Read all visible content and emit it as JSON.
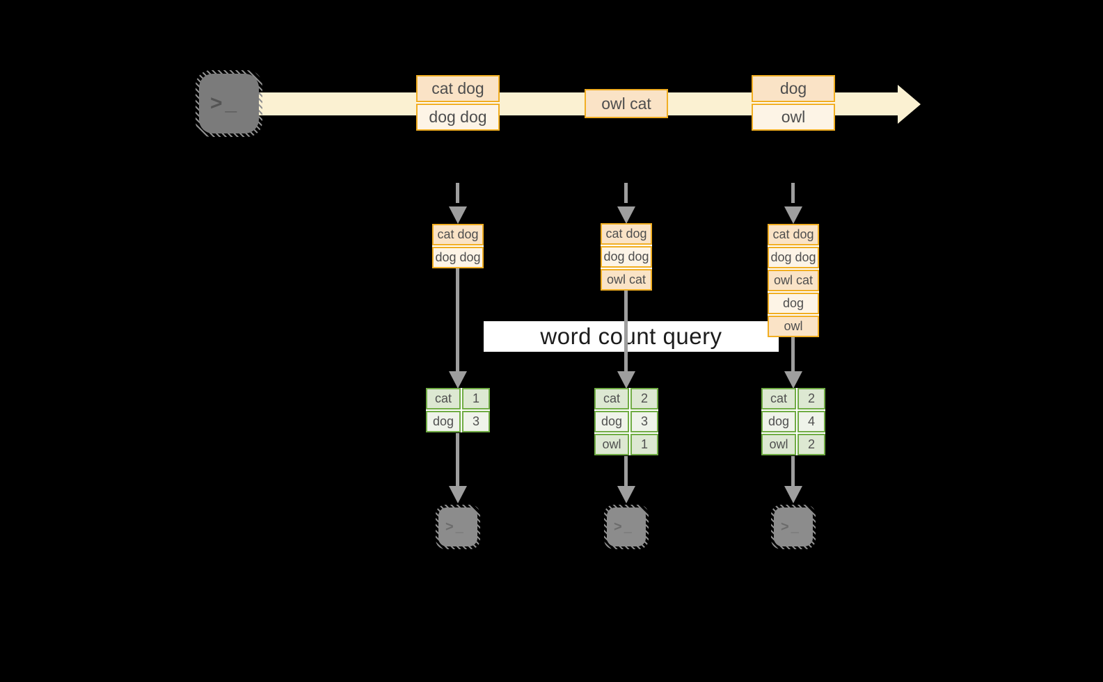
{
  "title": "word count query",
  "icons": {
    "terminal_prompt": ">_"
  },
  "stream": {
    "records": [
      {
        "lines": [
          "cat dog",
          "dog dog"
        ]
      },
      {
        "lines": [
          "owl cat"
        ]
      },
      {
        "lines": [
          "dog",
          "owl"
        ]
      }
    ]
  },
  "columns": [
    {
      "input": [
        "cat dog",
        "dog dog"
      ],
      "counts": [
        {
          "word": "cat",
          "count": "1"
        },
        {
          "word": "dog",
          "count": "3"
        }
      ]
    },
    {
      "input": [
        "cat dog",
        "dog dog",
        "owl cat"
      ],
      "counts": [
        {
          "word": "cat",
          "count": "2"
        },
        {
          "word": "dog",
          "count": "3"
        },
        {
          "word": "owl",
          "count": "1"
        }
      ]
    },
    {
      "input": [
        "cat dog",
        "dog dog",
        "owl cat",
        "dog",
        "owl"
      ],
      "counts": [
        {
          "word": "cat",
          "count": "2"
        },
        {
          "word": "dog",
          "count": "4"
        },
        {
          "word": "owl",
          "count": "2"
        }
      ]
    }
  ],
  "colors": {
    "background": "#000000",
    "stream_band": "#FBF1D2",
    "record_border": "#F1AE22",
    "record_fill_dark": "#FAE3C6",
    "record_fill_light": "#FDF4E6",
    "table_border": "#70AC44",
    "table_fill_dark": "#DDE8D2",
    "table_fill_light": "#EFF3EA",
    "arrow_gray": "#9E9E9E",
    "text_dark": "#4F4F4F"
  }
}
